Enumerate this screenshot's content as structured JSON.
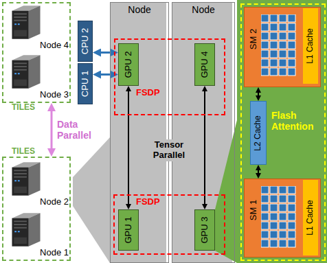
{
  "diagram": {
    "nodes": [
      {
        "text": [
          "TILES"
        ]
      },
      {
        "text": [
          "Node 4"
        ],
        "in": 0
      },
      {
        "text": [
          "Node 3"
        ],
        "in": 0
      },
      {
        "text": [
          "CPU 2"
        ]
      },
      {
        "text": [
          "CPU 1"
        ]
      },
      {
        "text": [
          "Node"
        ]
      },
      {
        "text": [
          "Node"
        ]
      },
      {
        "text": [
          "FSDP"
        ]
      },
      {
        "text": [
          "GPU 2"
        ],
        "in": 7
      },
      {
        "text": [
          "GPU 4"
        ],
        "in": 7
      },
      {
        "text": [
          "FSDP"
        ]
      },
      {
        "text": [
          "GPU 1"
        ],
        "in": 10
      },
      {
        "text": [
          "GPU 3"
        ],
        "in": 10
      },
      {
        "text": [
          "TILES"
        ]
      },
      {
        "text": [
          "Node 2"
        ],
        "in": 13
      },
      {
        "text": [
          "Node 1"
        ],
        "in": 13
      },
      {
        "text": [
          "Flash Attention"
        ]
      },
      {
        "text": [
          "SM 2"
        ],
        "in": 16
      },
      {
        "text": [
          "L1 Cache"
        ],
        "in": 17
      },
      {
        "text": [
          "L2 Cache"
        ],
        "in": 16
      },
      {
        "text": [
          "SM 1"
        ],
        "in": 16
      },
      {
        "text": [
          "L1 Cache"
        ],
        "in": 20
      }
    ],
    "edges": [
      {
        "from": 3,
        "to": 8,
        "arrow": "both"
      },
      {
        "from": 4,
        "to": 8,
        "arrow": "both"
      },
      {
        "from": 0,
        "to": 13,
        "label": "Data Parallel",
        "arrow": "both"
      },
      {
        "from": 8,
        "to": 11,
        "arrow": "both"
      },
      {
        "from": 9,
        "to": 12,
        "arrow": "both"
      },
      {
        "from": 17,
        "to": 19,
        "arrow": "both"
      },
      {
        "from": 19,
        "to": 20,
        "arrow": "both"
      }
    ],
    "labels": [
      "Tensor Parallel"
    ]
  }
}
